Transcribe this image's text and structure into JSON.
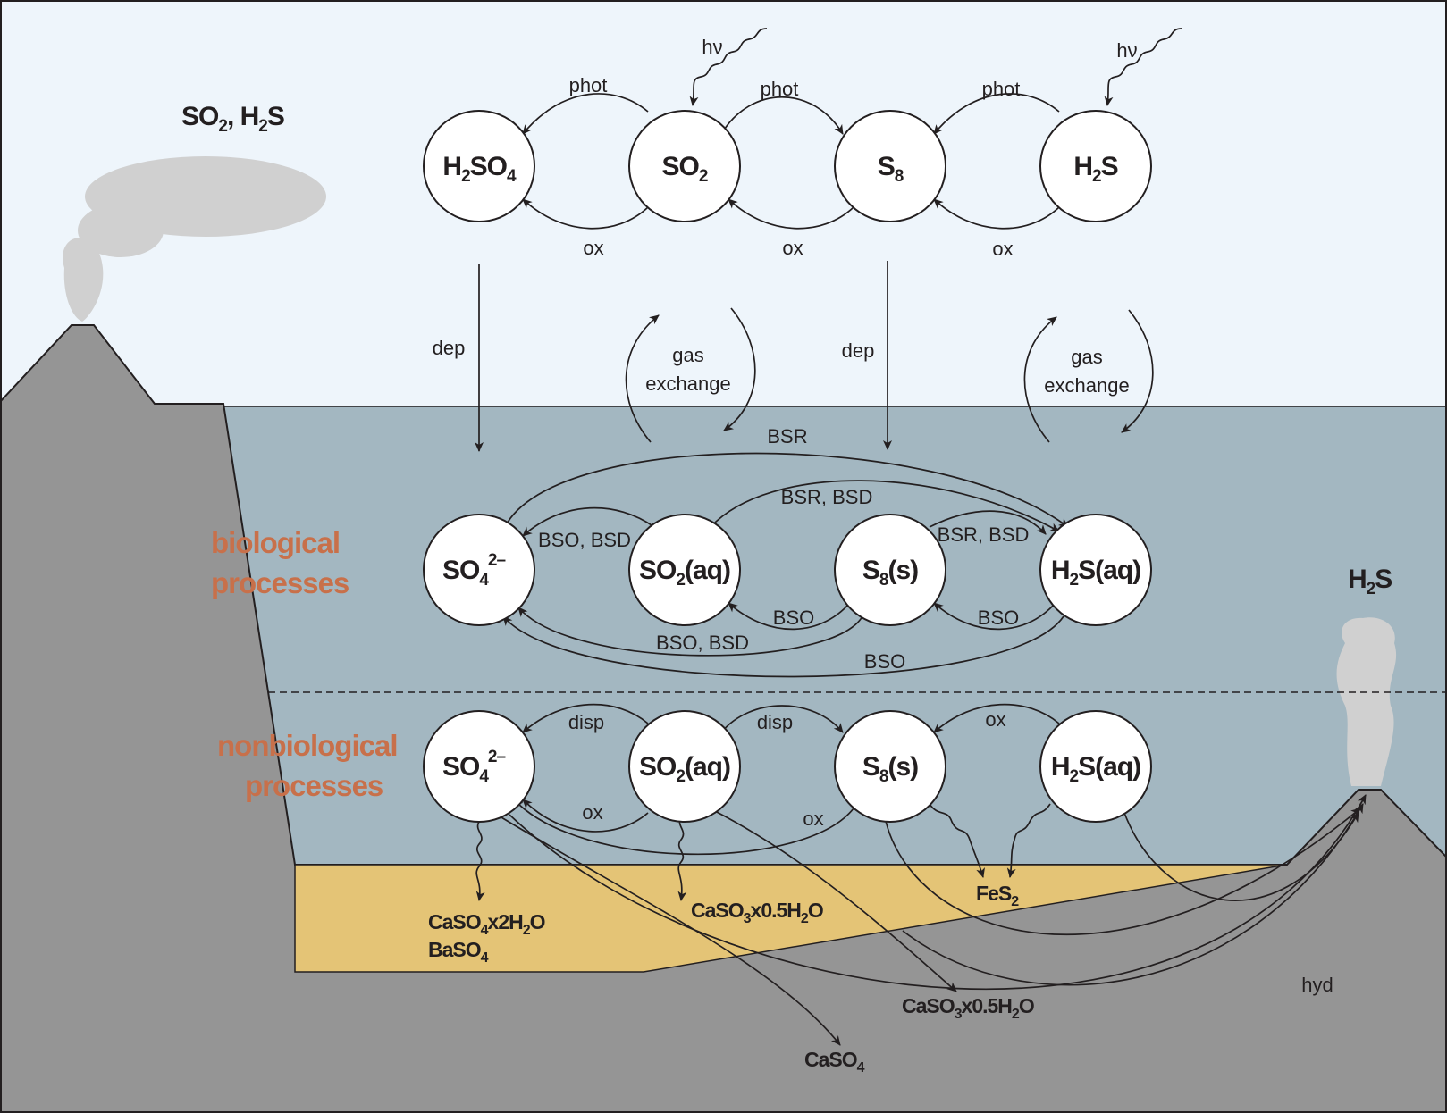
{
  "atmosphere": {
    "volcano_gas_parts": [
      "SO",
      "2",
      ", H",
      "2",
      "S"
    ],
    "nodes": [
      {
        "id": "atm-h2so4",
        "parts": [
          "H",
          "2",
          "SO",
          "4"
        ]
      },
      {
        "id": "atm-so2",
        "parts": [
          "SO",
          "2"
        ]
      },
      {
        "id": "atm-s8",
        "parts": [
          "S",
          "8"
        ]
      },
      {
        "id": "atm-h2s",
        "parts": [
          "H",
          "2",
          "S"
        ]
      }
    ],
    "labels": {
      "phot": "phot",
      "ox": "ox",
      "hv": "hν"
    }
  },
  "exchange": {
    "dep": "dep",
    "gas_exchange_line1": "gas",
    "gas_exchange_line2": "exchange"
  },
  "biological": {
    "title_line1": "biological",
    "title_line2": "processes",
    "nodes": [
      {
        "id": "bio-so4",
        "parts": [
          "SO",
          "4",
          "2–"
        ]
      },
      {
        "id": "bio-so2aq",
        "parts": [
          "SO",
          "2",
          "(aq)"
        ]
      },
      {
        "id": "bio-s8s",
        "parts": [
          "S",
          "8",
          "(s)"
        ]
      },
      {
        "id": "bio-h2saq",
        "parts": [
          "H",
          "2",
          "S(aq)"
        ]
      }
    ],
    "labels": {
      "bsr": "BSR",
      "bsr_bsd": "BSR, BSD",
      "bso_bsd": "BSO, BSD",
      "bso": "BSO"
    }
  },
  "nonbiological": {
    "title_line1": "nonbiological",
    "title_line2": "processes",
    "nodes": [
      {
        "id": "nb-so4",
        "parts": [
          "SO",
          "4",
          "2–"
        ]
      },
      {
        "id": "nb-so2aq",
        "parts": [
          "SO",
          "2",
          "(aq)"
        ]
      },
      {
        "id": "nb-s8s",
        "parts": [
          "S",
          "8",
          "(s)"
        ]
      },
      {
        "id": "nb-h2saq",
        "parts": [
          "H",
          "2",
          "S(aq)"
        ]
      }
    ],
    "labels": {
      "disp": "disp",
      "ox": "ox",
      "hyd": "hyd"
    }
  },
  "vent_gas_parts": [
    "H",
    "2",
    "S"
  ],
  "minerals": {
    "gypsum_parts": [
      "CaSO",
      "4",
      "x2H",
      "2",
      "O"
    ],
    "barite_parts": [
      "BaSO",
      "4"
    ],
    "hannebachite_parts": [
      "CaSO",
      "3",
      "x0.5H",
      "2",
      "O"
    ],
    "pyrite_parts": [
      "FeS",
      "2"
    ],
    "hannebachite_deep_parts": [
      "CaSO",
      "3",
      "x0.5H",
      "2",
      "O"
    ],
    "anhydrite_parts": [
      "CaSO",
      "4"
    ]
  },
  "colors": {
    "sky": "#eef5fb",
    "water": "#a3b7c1",
    "rock": "#959595",
    "sediment": "#e4c476",
    "plume": "#d0d0d0",
    "process_label": "#c8704a",
    "ink": "#231f20"
  }
}
